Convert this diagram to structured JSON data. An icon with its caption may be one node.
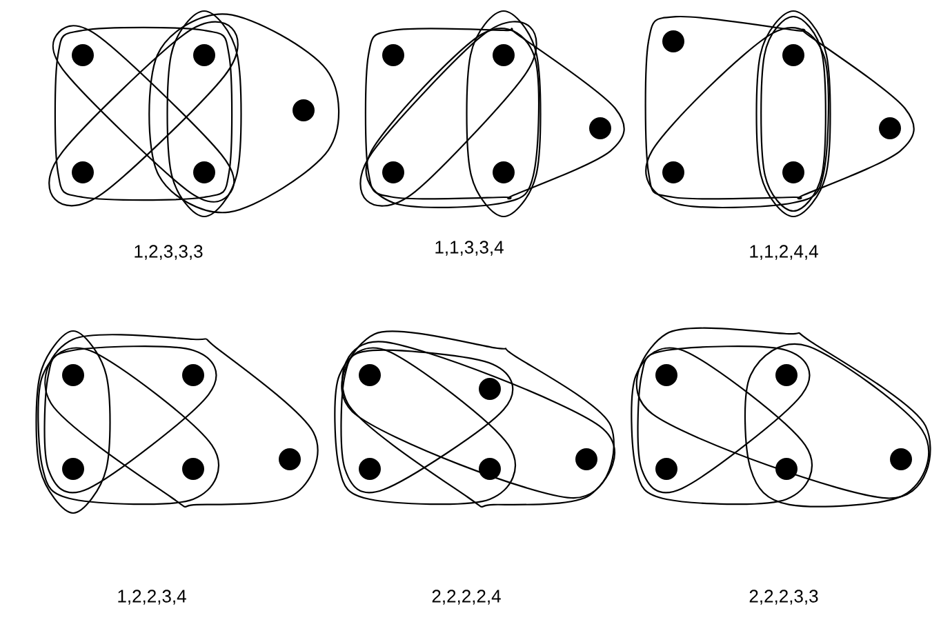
{
  "diagram": {
    "labels": [
      "1,2,3,3,3",
      "1,1,3,3,4",
      "1,1,2,4,4",
      "1,2,2,3,4",
      "2,2,2,2,4",
      "2,2,2,3,3"
    ]
  }
}
